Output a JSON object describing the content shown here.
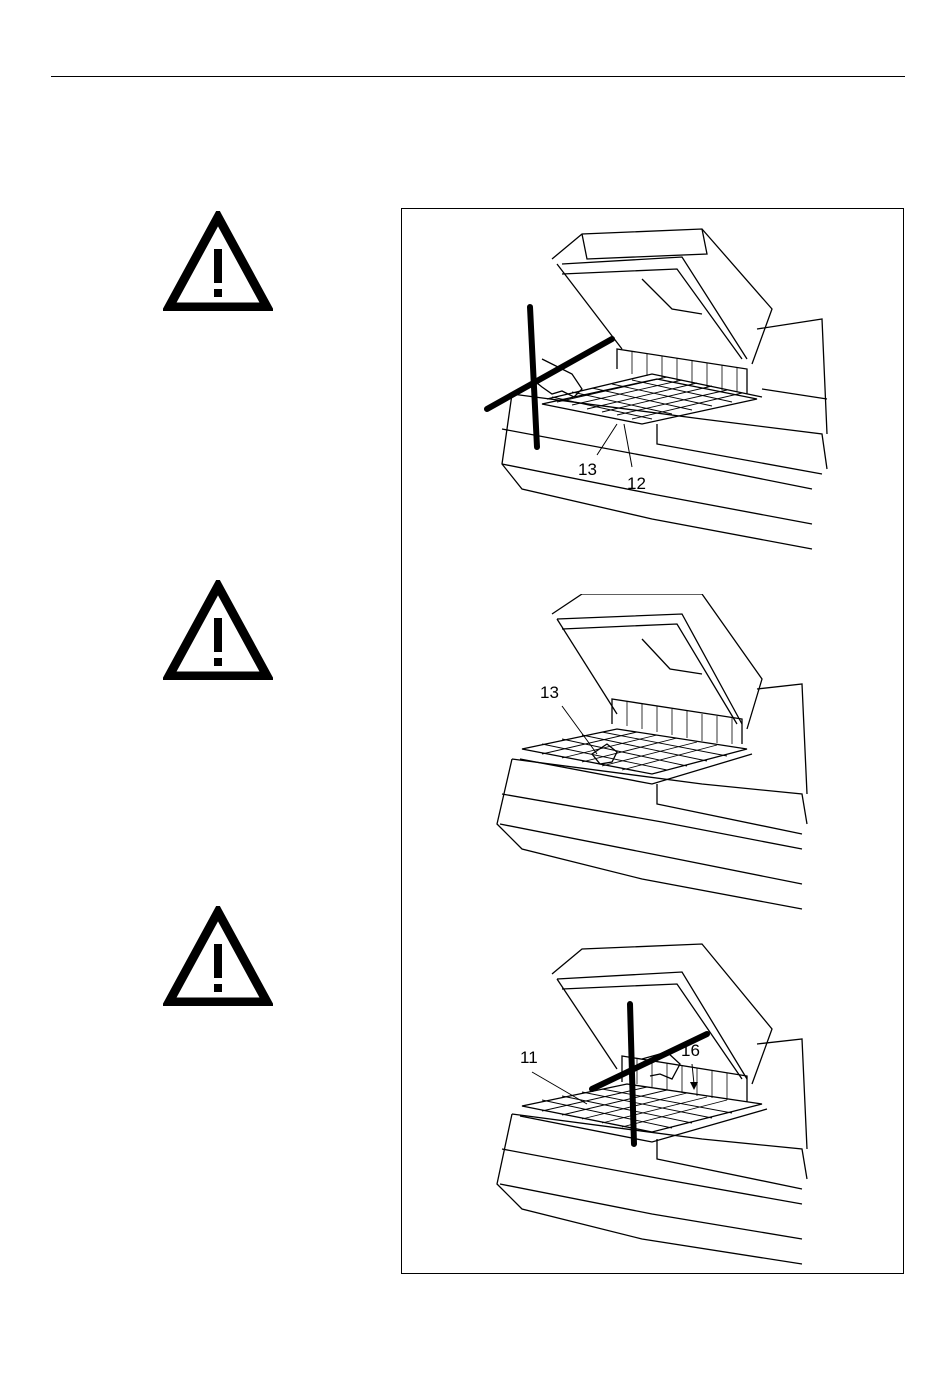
{
  "header": {
    "rule": true
  },
  "warnings": [
    {
      "icon": "warning-triangle-icon"
    },
    {
      "icon": "warning-triangle-icon"
    },
    {
      "icon": "warning-triangle-icon"
    }
  ],
  "figures": [
    {
      "callouts": [
        "13",
        "12"
      ]
    },
    {
      "callouts": [
        "13"
      ]
    },
    {
      "callouts": [
        "11",
        "16"
      ]
    }
  ]
}
